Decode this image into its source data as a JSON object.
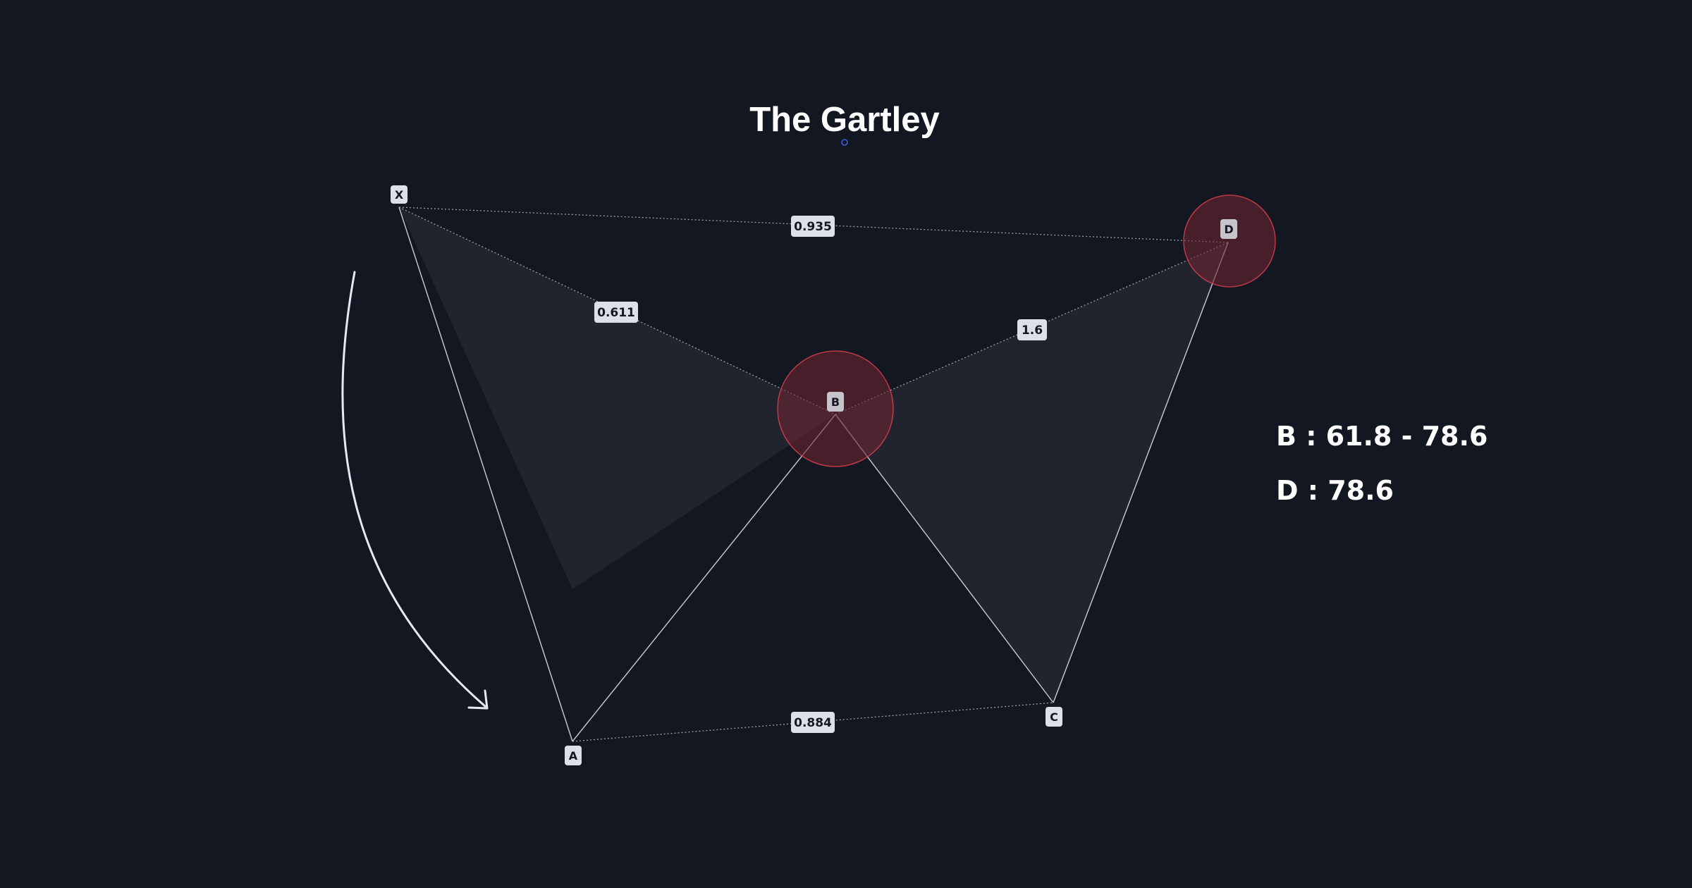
{
  "title": "The Gartley",
  "pattern": {
    "points": [
      "X",
      "A",
      "B",
      "C",
      "D"
    ],
    "ratios": {
      "XB": "0.611",
      "XD": "0.935",
      "BD": "1.6",
      "AC": "0.884"
    }
  },
  "notes": {
    "b_range": "B : 61.8 - 78.6",
    "d_level": "D : 78.6"
  },
  "colors": {
    "background": "#131722",
    "fill": "#252631",
    "line": "#c9ccd6",
    "zone_fill": "#6b2430",
    "zone_stroke": "#e2414f",
    "label_box": "#dde0e6",
    "label_text": "#131722",
    "text": "#ffffff",
    "anchor": "#3a60e6"
  },
  "icons": {
    "direction": "curved-arrow-down-right-icon",
    "anchor": "anchor-dot-icon"
  }
}
